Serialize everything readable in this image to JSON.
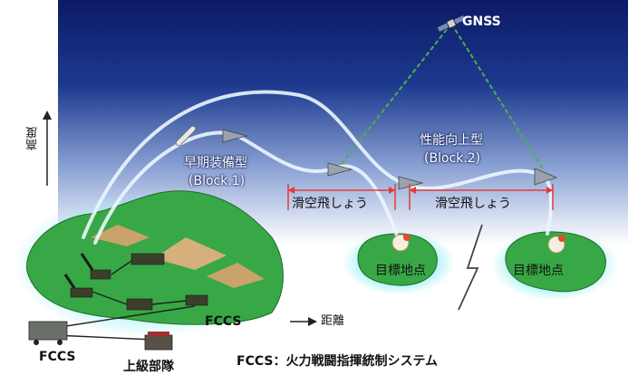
{
  "labels": {
    "gnss": "GNSS",
    "altitude": "高度",
    "distance": "距離",
    "early_type": "早期装備型",
    "early_block": "(Block.1)",
    "improved_type": "性能向上型",
    "improved_block": "(Block.2)",
    "glide_1": "滑空飛しょう",
    "glide_2": "滑空飛しょう",
    "target_1": "目標地点",
    "target_2": "目標地点",
    "fccs_mid": "FCCS",
    "fccs_left": "FCCS",
    "higher_unit": "上級部隊",
    "legend": "FCCS：火力戦闘指揮統制システム"
  },
  "colors": {
    "sky_top": "#0b1a66",
    "sky_bottom": "#ffffff",
    "gnss_link": "#4caf50",
    "glide_marker": "#e53935",
    "island_fill": "#37a845",
    "island_glow": "#7fe6f0"
  }
}
